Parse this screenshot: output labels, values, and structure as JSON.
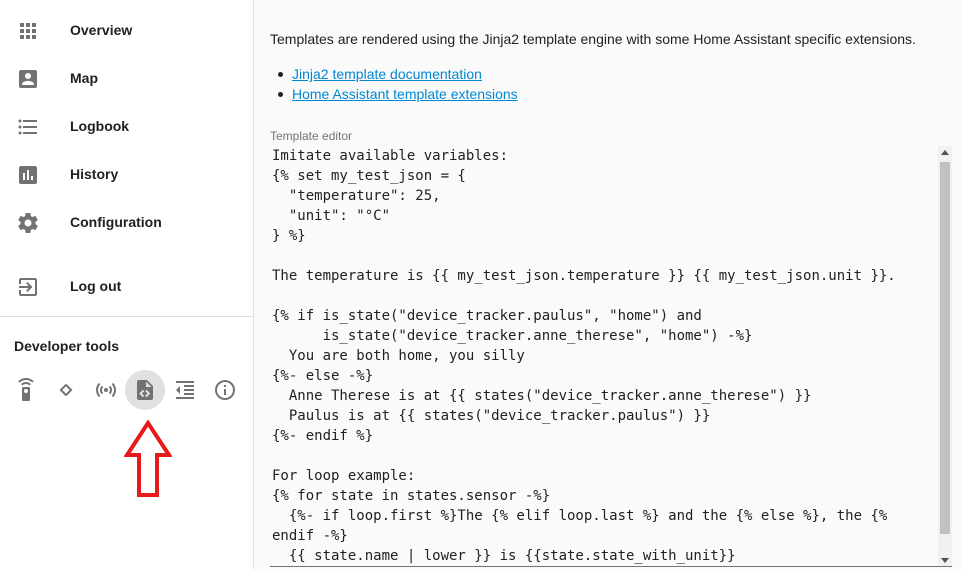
{
  "sidebar": {
    "items": [
      {
        "label": "Overview",
        "icon": "apps-grid-icon"
      },
      {
        "label": "Map",
        "icon": "account-box-icon"
      },
      {
        "label": "Logbook",
        "icon": "format-list-bulleted-icon"
      },
      {
        "label": "History",
        "icon": "chart-box-icon"
      },
      {
        "label": "Configuration",
        "icon": "gear-icon"
      },
      {
        "label": "Log out",
        "icon": "exit-to-app-icon"
      }
    ],
    "developer_tools": {
      "heading": "Developer tools",
      "tools": [
        {
          "icon": "remote-icon",
          "active": false
        },
        {
          "icon": "code-tags-icon",
          "active": false
        },
        {
          "icon": "access-point-icon",
          "active": false
        },
        {
          "icon": "file-xml-icon",
          "active": true
        },
        {
          "icon": "format-indent-icon",
          "active": false
        },
        {
          "icon": "info-icon",
          "active": false
        }
      ]
    }
  },
  "main": {
    "intro": "Templates are rendered using the Jinja2 template engine with some Home Assistant specific extensions.",
    "links": [
      "Jinja2 template documentation",
      "Home Assistant template extensions"
    ],
    "editor_label": "Template editor",
    "editor_text": "Imitate available variables:\n{% set my_test_json = {\n  \"temperature\": 25,\n  \"unit\": \"°C\"\n} %}\n\nThe temperature is {{ my_test_json.temperature }} {{ my_test_json.unit }}.\n\n{% if is_state(\"device_tracker.paulus\", \"home\") and\n      is_state(\"device_tracker.anne_therese\", \"home\") -%}\n  You are both home, you silly\n{%- else -%}\n  Anne Therese is at {{ states(\"device_tracker.anne_therese\") }}\n  Paulus is at {{ states(\"device_tracker.paulus\") }}\n{%- endif %}\n\nFor loop example:\n{% for state in states.sensor -%}\n  {%- if loop.first %}The {% elif loop.last %} and the {% else %}, the {%\nendif -%}\n  {{ state.name | lower }} is {{state.state_with_unit}}"
  },
  "colors": {
    "icon": "#727272",
    "link": "#0288d1",
    "highlight_arrow": "#e8191b",
    "active_tool_bg": "#e0e0e0"
  }
}
